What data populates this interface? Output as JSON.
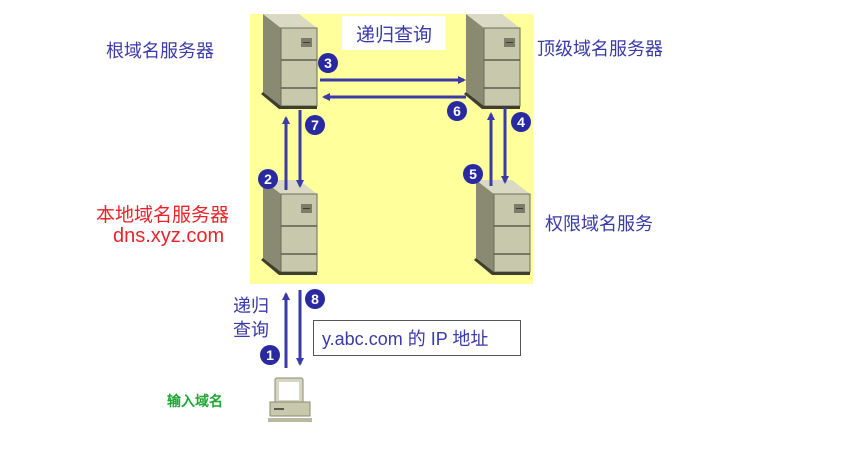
{
  "title": "递归查询",
  "nodes": {
    "root": {
      "label": "根域名服务器",
      "icon": "server-tower-icon"
    },
    "tld": {
      "label": "顶级域名服务器",
      "icon": "server-tower-icon"
    },
    "local": {
      "label": "本地域名服务器",
      "sublabel": "dns.xyz.com",
      "icon": "server-tower-icon"
    },
    "authoritative": {
      "label": "权限域名服务",
      "icon": "server-tower-icon"
    },
    "client": {
      "label": "输入域名",
      "icon": "desktop-computer-icon"
    }
  },
  "client_query_label": {
    "line1": "递归",
    "line2": "查询"
  },
  "answer_box": "y.abc.com 的 IP 地址",
  "steps": [
    {
      "n": "1",
      "from": "client",
      "to": "local"
    },
    {
      "n": "2",
      "from": "local",
      "to": "root"
    },
    {
      "n": "3",
      "from": "root",
      "to": "tld"
    },
    {
      "n": "4",
      "from": "tld",
      "to": "authoritative"
    },
    {
      "n": "5",
      "from": "authoritative",
      "to": "tld"
    },
    {
      "n": "6",
      "from": "tld",
      "to": "root"
    },
    {
      "n": "7",
      "from": "root",
      "to": "local"
    },
    {
      "n": "8",
      "from": "local",
      "to": "client"
    }
  ],
  "colors": {
    "highlight_bg": "#ffff9c",
    "arrow": "#3a3aa8",
    "badge": "#2a2aa0",
    "label_blue": "#3a3aa8",
    "label_red": "#e8232a",
    "label_green": "#1fa535"
  }
}
